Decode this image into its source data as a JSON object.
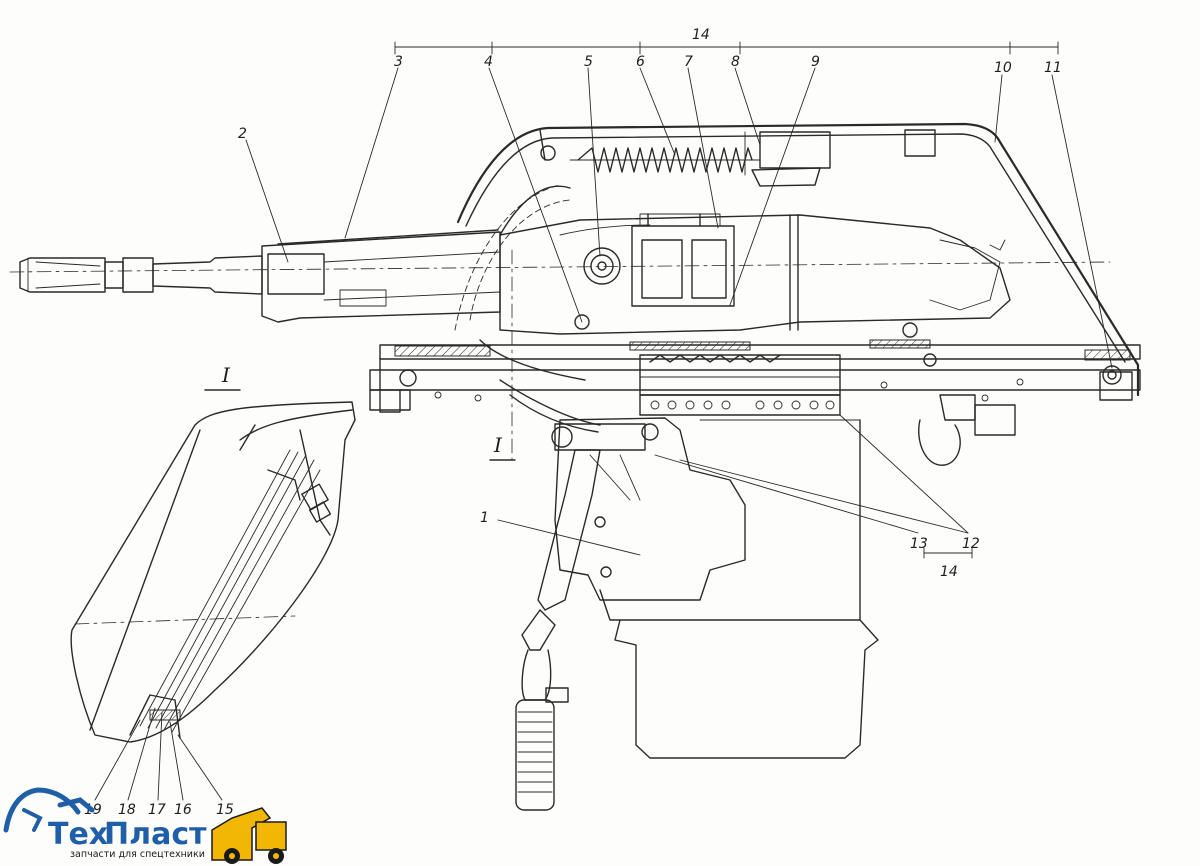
{
  "section_marker": "I",
  "callouts": {
    "c1": "1",
    "c2": "2",
    "c3": "3",
    "c4": "4",
    "c5": "5",
    "c6": "6",
    "c7": "7",
    "c8": "8",
    "c9": "9",
    "c10": "10",
    "c11": "11",
    "c12": "12",
    "c13": "13",
    "c14_top": "14",
    "c14_bottom": "14",
    "c15": "15",
    "c16": "16",
    "c17": "17",
    "c18": "18",
    "c19": "19"
  },
  "logo": {
    "name_part1": "Тех",
    "name_part2": "Пласт",
    "tagline": "запчасти для спецтехники"
  },
  "colors": {
    "line": "#2a2a2a",
    "logo_blue": "#1f5fa8",
    "logo_yellow": "#f2b705"
  }
}
